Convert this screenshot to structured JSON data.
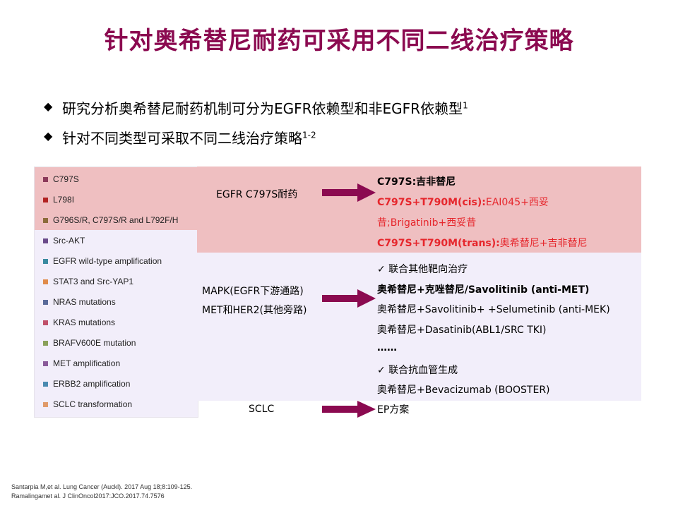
{
  "title": "针对奥希替尼耐药可采用不同二线治疗策略",
  "bullets": [
    {
      "text": "研究分析奥希替尼耐药机制可分为EGFR依赖型和非EGFR依赖型",
      "sup": "1"
    },
    {
      "text": "针对不同类型可采取不同二线治疗策略",
      "sup": "1-2"
    }
  ],
  "legend": [
    {
      "label": "C797S",
      "color": "#8b3a5a"
    },
    {
      "label": "L798I",
      "color": "#b22222"
    },
    {
      "label": "G796S/R, C797S/R and L792F/H",
      "color": "#8b6b3a"
    },
    {
      "label": "Src-AKT",
      "color": "#6a4a8a"
    },
    {
      "label": "EGFR wild-type amplification",
      "color": "#3a8aa0"
    },
    {
      "label": "STAT3 and Src-YAP1",
      "color": "#e08a4a"
    },
    {
      "label": "NRAS mutations",
      "color": "#5a6a9a"
    },
    {
      "label": "KRAS mutations",
      "color": "#c0506a"
    },
    {
      "label": "BRAFV600E mutation",
      "color": "#8aa05a"
    },
    {
      "label": "MET amplification",
      "color": "#8a5a9a"
    },
    {
      "label": "ERBB2 amplification",
      "color": "#4a8ab0"
    },
    {
      "label": "SCLC transformation",
      "color": "#e09a6a"
    }
  ],
  "groups": {
    "egfr": {
      "label": "EGFR C797S耐药",
      "lines": [
        {
          "parts": [
            {
              "t": "C797S:吉非替尼",
              "bold": true,
              "red": false
            }
          ]
        },
        {
          "parts": [
            {
              "t": "C797S+T790M(cis):",
              "bold": true,
              "red": true
            },
            {
              "t": "EAI045+西妥",
              "bold": false,
              "red": true
            }
          ]
        },
        {
          "parts": [
            {
              "t": "昔;Brigatinib+西妥昔",
              "bold": false,
              "red": true
            }
          ]
        },
        {
          "parts": [
            {
              "t": "C797S+T790M(trans):",
              "bold": true,
              "red": true
            },
            {
              "t": "奥希替尼+吉非替尼",
              "bold": false,
              "red": true
            }
          ]
        }
      ]
    },
    "mapk": {
      "label_line1": "MAPK(EGFR下游通路)",
      "label_line2": "MET和HER2(其他旁路)",
      "lines": [
        {
          "parts": [
            {
              "t": "✓  联合其他靶向治疗",
              "bold": false,
              "red": false
            }
          ]
        },
        {
          "parts": [
            {
              "t": "奥希替尼+克唑替尼/Savolitinib (anti-MET)",
              "bold": true,
              "red": false
            }
          ]
        },
        {
          "parts": [
            {
              "t": "奥希替尼+Savolitinib+ +Selumetinib (anti-MEK)",
              "bold": false,
              "red": false
            }
          ]
        },
        {
          "parts": [
            {
              "t": "奥希替尼+Dasatinib(ABL1/SRC TKI)",
              "bold": false,
              "red": false
            }
          ]
        },
        {
          "parts": [
            {
              "t": "  ……",
              "bold": true,
              "red": false
            }
          ]
        },
        {
          "parts": [
            {
              "t": "✓  联合抗血管生成",
              "bold": false,
              "red": false
            }
          ]
        },
        {
          "parts": [
            {
              "t": "   奥希替尼+Bevacizumab (BOOSTER)",
              "bold": false,
              "red": false
            }
          ]
        }
      ]
    },
    "sclc": {
      "label": "SCLC",
      "lines": [
        {
          "parts": [
            {
              "t": "EP方案",
              "bold": false,
              "red": false
            }
          ]
        }
      ]
    }
  },
  "references": [
    "Santarpia M,et al. Lung Cancer (Auckl). 2017 Aug 18;8:109-125.",
    "Ramalingamet al. J ClinOncol2017:JCO.2017.74.7576"
  ],
  "colors": {
    "title": "#8b0a50",
    "arrow": "#8b0a50",
    "panel_red": "#efbfc1",
    "panel_purple": "#f2eefa",
    "highlight_red": "#e6262c"
  }
}
